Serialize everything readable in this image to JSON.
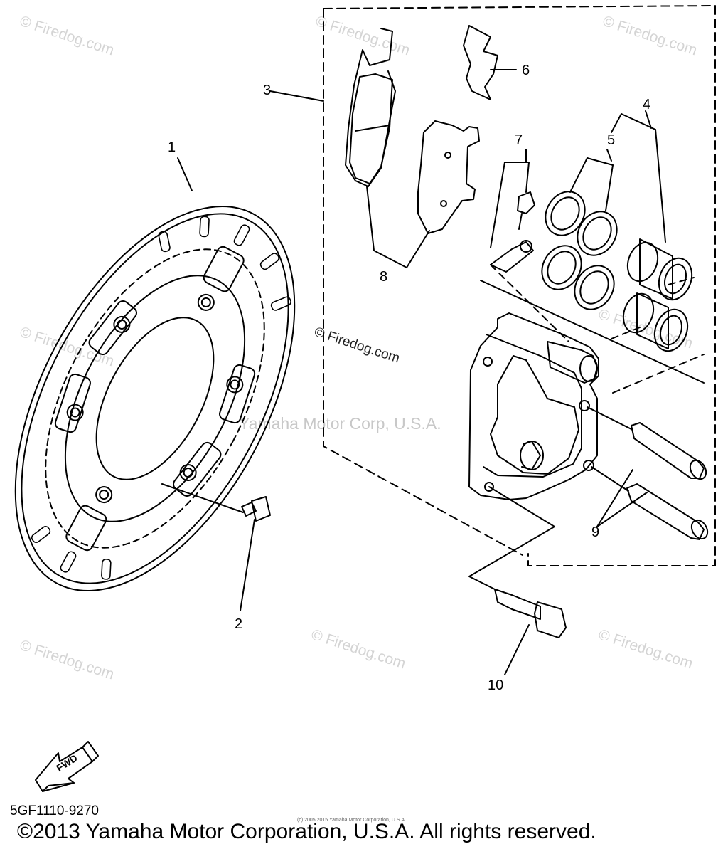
{
  "watermarks": {
    "site": "© Firedog.com",
    "corp": "Yamaha Motor Corp, U.S.A."
  },
  "callouts": [
    "1",
    "2",
    "3",
    "4",
    "5",
    "6",
    "7",
    "8",
    "9",
    "10"
  ],
  "diagram_code": "5GF1110-9270",
  "small_print": "(c) 2005 2015 Yamaha Motor Corporation, U.S.A.",
  "copyright": "©2013 Yamaha Motor Corporation, U.S.A. All rights reserved.",
  "fwd_label": "FWD"
}
